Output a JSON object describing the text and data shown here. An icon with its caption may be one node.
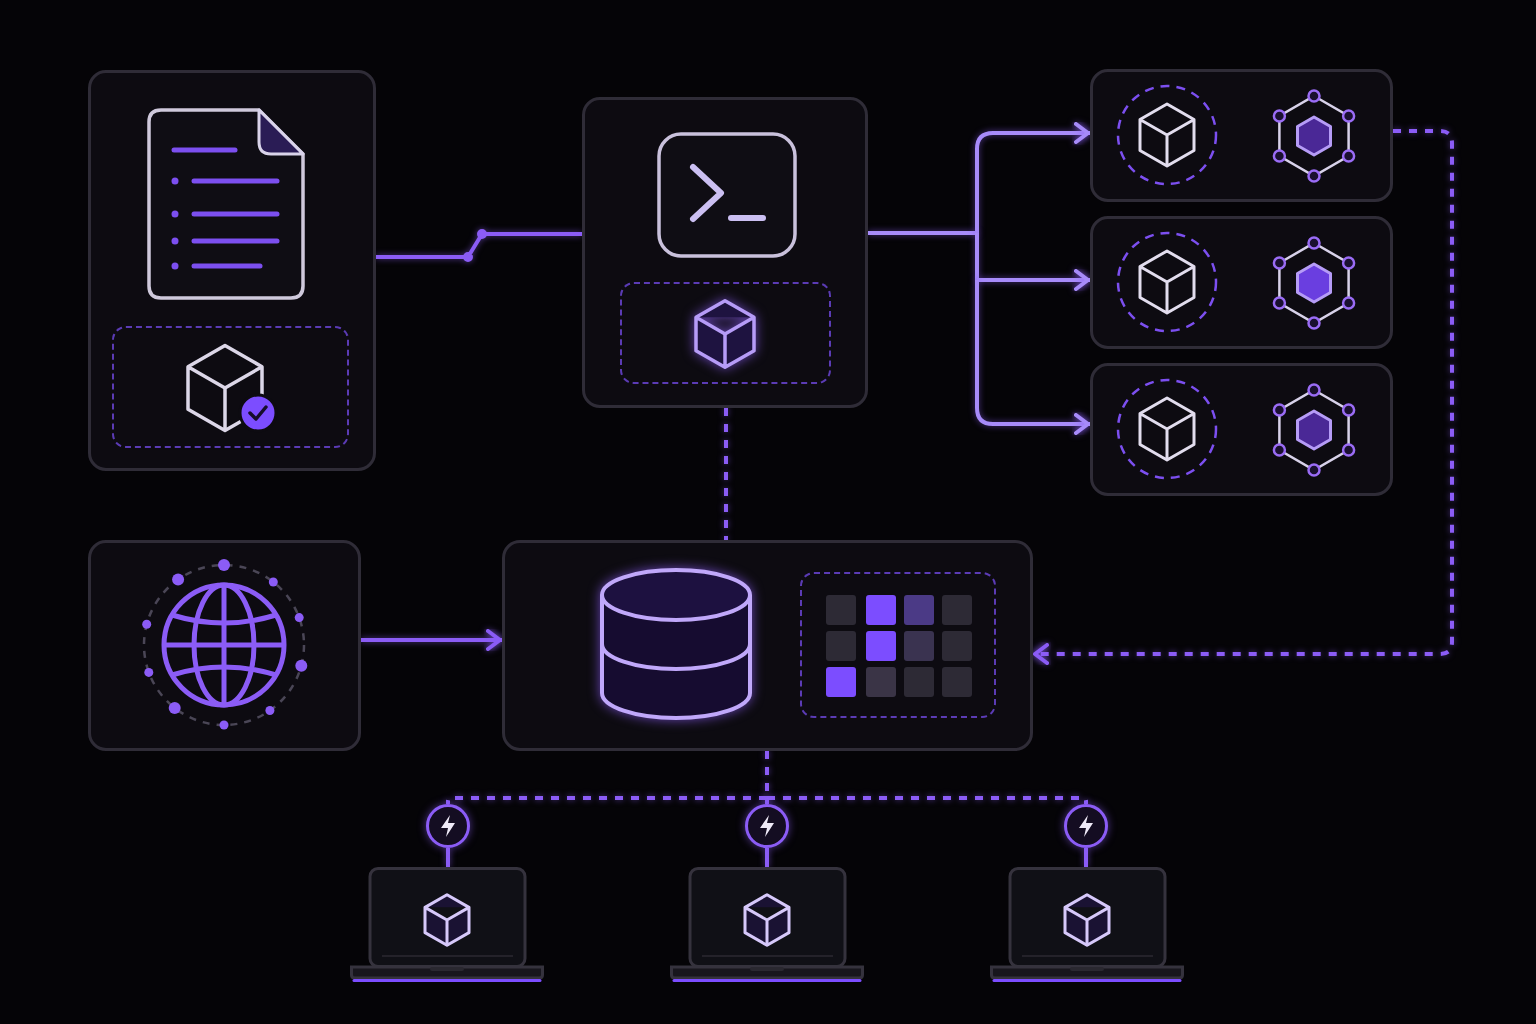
{
  "diagram": {
    "nodes": [
      {
        "text": [],
        "shape": "box"
      },
      {
        "text": [],
        "shape": "box"
      },
      {
        "text": [],
        "shape": "box"
      },
      {
        "text": [],
        "shape": "box"
      },
      {
        "text": [],
        "shape": "box"
      },
      {
        "text": [],
        "shape": "box"
      },
      {
        "text": [],
        "shape": "box"
      },
      {
        "text": [],
        "shape": "circle"
      },
      {
        "text": [],
        "shape": "circle"
      },
      {
        "text": [],
        "shape": "circle"
      },
      {
        "text": [],
        "shape": "picture"
      },
      {
        "text": [],
        "shape": "picture"
      },
      {
        "text": [],
        "shape": "picture"
      }
    ],
    "edges": [
      {
        "from": 0,
        "to": 1,
        "arrow": "none"
      },
      {
        "from": 1,
        "to": 2,
        "arrow": "to",
        "color": "#a78bfa"
      },
      {
        "from": 1,
        "to": 3,
        "arrow": "to",
        "color": "#a78bfa"
      },
      {
        "from": 1,
        "to": 4,
        "arrow": "to",
        "color": "#a78bfa"
      },
      {
        "from": 1,
        "to": 6,
        "arrow": "none",
        "style": "dashed"
      },
      {
        "from": 2,
        "to": 6,
        "arrow": "to",
        "style": "dashed"
      },
      {
        "from": 5,
        "to": 6,
        "arrow": "to"
      },
      {
        "from": 6,
        "to": 7,
        "arrow": "none",
        "style": "dashed"
      },
      {
        "from": 6,
        "to": 8,
        "arrow": "none",
        "style": "dashed"
      },
      {
        "from": 6,
        "to": 9,
        "arrow": "none",
        "style": "dashed"
      },
      {
        "from": 7,
        "to": 10,
        "arrow": "none"
      },
      {
        "from": 8,
        "to": 11,
        "arrow": "none"
      },
      {
        "from": 9,
        "to": 12,
        "arrow": "none"
      }
    ]
  }
}
